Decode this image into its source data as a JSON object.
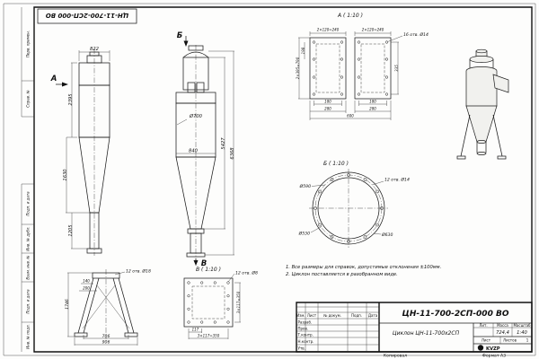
{
  "sheet": {
    "doc_number_top": "ЦН-11-700-2СП-000 ВО"
  },
  "margins": {
    "perv_primen": "Перв. примен.",
    "sprav_no": "Справ. №",
    "podp_data1": "Подп. и дата",
    "inv_dubl": "Инв. № дубл.",
    "vzam_inv": "Взам. инв. №",
    "podp_data2": "Подп. и дата",
    "inv_podl": "Инв. № подл."
  },
  "pointers": {
    "a": "А",
    "b": "Б",
    "v": "В"
  },
  "views": {
    "side": {
      "dim_822": "822",
      "dim_2395": "2395",
      "dim_1630": "1630",
      "dim_1205": "1205"
    },
    "front": {
      "dim_d700": "Ø700",
      "dim_840": "840",
      "dim_5427": "5427",
      "dim_6368": "6368"
    }
  },
  "sections": {
    "a": {
      "title": "А ( 1:10 )",
      "dim_spacing": "2×120=240",
      "holes": "16 отв. Ø14",
      "dim_198": "198",
      "dim_790": "2×395=790",
      "dim_335": "335",
      "dim_180": "180",
      "dim_280": "280",
      "dim_600": "600"
    },
    "b": {
      "title": "Б ( 1:10 )",
      "d590": "Ø590",
      "d530": "Ø530",
      "d630": "Ø630",
      "holes": "12 отв. Ø14"
    },
    "v": {
      "title": "В ( 1:10 )",
      "dim_1746": "1746",
      "dim_140": "140",
      "dim_200": "200",
      "dim_706": "706",
      "dim_906": "906",
      "holes18": "12 отв. Ø18",
      "holes8": "12 отв. Ø8",
      "dim_117": "117",
      "dim_350_b": "3×117=350",
      "dim_350_r": "3×117=350"
    }
  },
  "notes": {
    "line1": "1. Все размеры для справок, допустимые отклонения ±100мм.",
    "line2": "2. Циклон поставляется в разобранном виде."
  },
  "title_block": {
    "doc_number": "ЦН-11-700-2СП-000 ВО",
    "product_name": "Циклон ЦН-11-700х2СП",
    "lit_label": "Лит.",
    "mass_label": "Масса",
    "scale_label": "Масштаб",
    "mass_value": "724,4",
    "scale_value": "1:40",
    "sheet_label": "Лист",
    "sheets_label": "Листов",
    "sheets_value": "1",
    "col_izm": "Изм.",
    "col_list": "Лист",
    "col_doc": "№ докум.",
    "col_podp": "Подп.",
    "col_data": "Дата",
    "row_razrab": "Разраб.",
    "row_prov": "Пров.",
    "row_tkontr": "Т.контр.",
    "row_nkontr": "Н.контр.",
    "row_utv": "Утв.",
    "logo": "KVZP"
  },
  "footer": {
    "copied": "Копировал",
    "format": "Формат А3"
  }
}
